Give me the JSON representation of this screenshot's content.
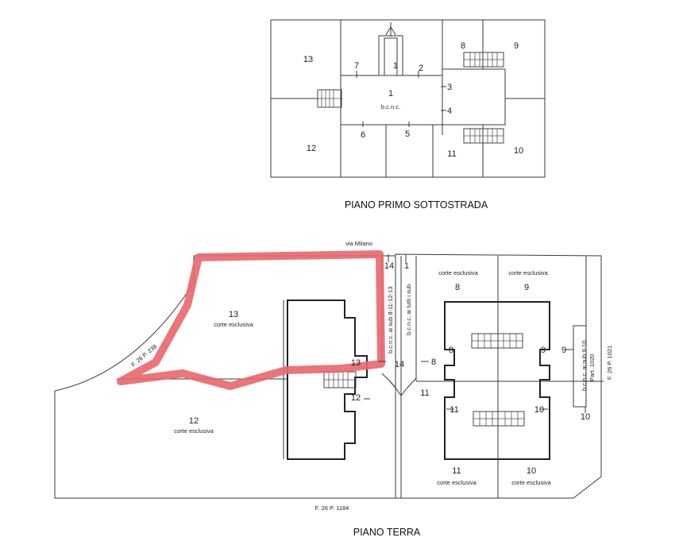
{
  "plans": {
    "upper": {
      "title": "PIANO PRIMO SOTTOSTRADA",
      "labels": {
        "u13": "13",
        "u12": "12",
        "u7": "7",
        "u1a": "1",
        "u2": "2",
        "u1": "1",
        "u_bcnc": "b.c.n.c.",
        "u3": "3",
        "u4": "4",
        "u6": "6",
        "u5": "5",
        "u8": "8",
        "u9": "9",
        "u11": "11",
        "u10": "10"
      }
    },
    "lower": {
      "title": "PIANO TERRA",
      "labels": {
        "via": "via Milano",
        "g13": "13",
        "g13s": "corte esclusiva",
        "g12": "12",
        "g12s": "corte esclusiva",
        "g14a": "14",
        "g1": "1",
        "g8": "8",
        "g8s": "corte esclusiva",
        "g9": "9",
        "g9s": "corte esclusiva",
        "g11": "11",
        "g11s": "corte esclusiva",
        "g10": "10",
        "g10s": "corte esclusiva",
        "vert1": "b.c.n.c. ai tutti i sub",
        "vert2": "b.c.n.c. ai sub 8-11-12-13",
        "g13b": "13",
        "g14b": "14",
        "g8b": "8",
        "g12b": "12",
        "g11b": "11",
        "h8": "8",
        "h9": "9",
        "h9b": "9",
        "h11": "11",
        "h10": "10",
        "h10b": "10",
        "v_right1": "b.c.n.c. ai sub 9-10",
        "v_right2": "Part. 1020",
        "fog_left": "F. 26 P. 238",
        "fog_right": "F. 26 P. 1021",
        "fog_bottom": "F. 26 P. 1184"
      }
    }
  },
  "highlight_color": "#e8666b"
}
